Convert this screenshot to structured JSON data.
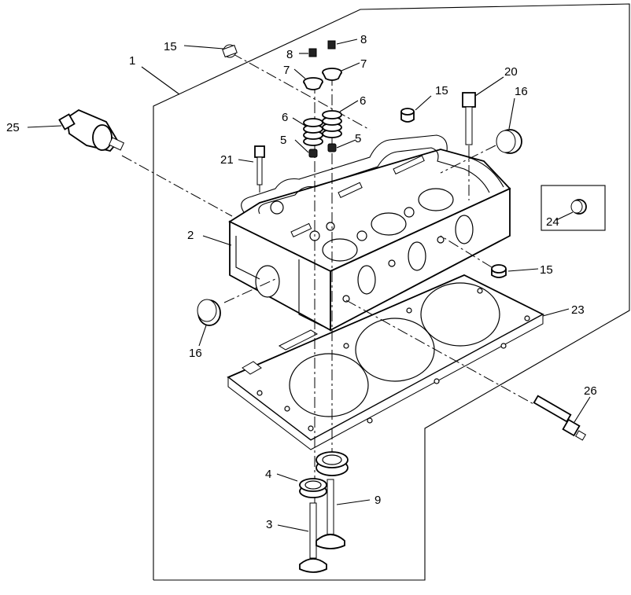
{
  "callouts": {
    "c1": "1",
    "c2": "2",
    "c3": "3",
    "c4": "4",
    "c5a": "5",
    "c5b": "5",
    "c6a": "6",
    "c6b": "6",
    "c7a": "7",
    "c7b": "7",
    "c8a": "8",
    "c8b": "8",
    "c9": "9",
    "c15a": "15",
    "c15b": "15",
    "c15c": "15",
    "c16a": "16",
    "c16b": "16",
    "c20": "20",
    "c21": "21",
    "c23": "23",
    "c24": "24",
    "c25": "25",
    "c26": "26"
  },
  "colors": {
    "line": "#000000",
    "background": "#ffffff"
  }
}
